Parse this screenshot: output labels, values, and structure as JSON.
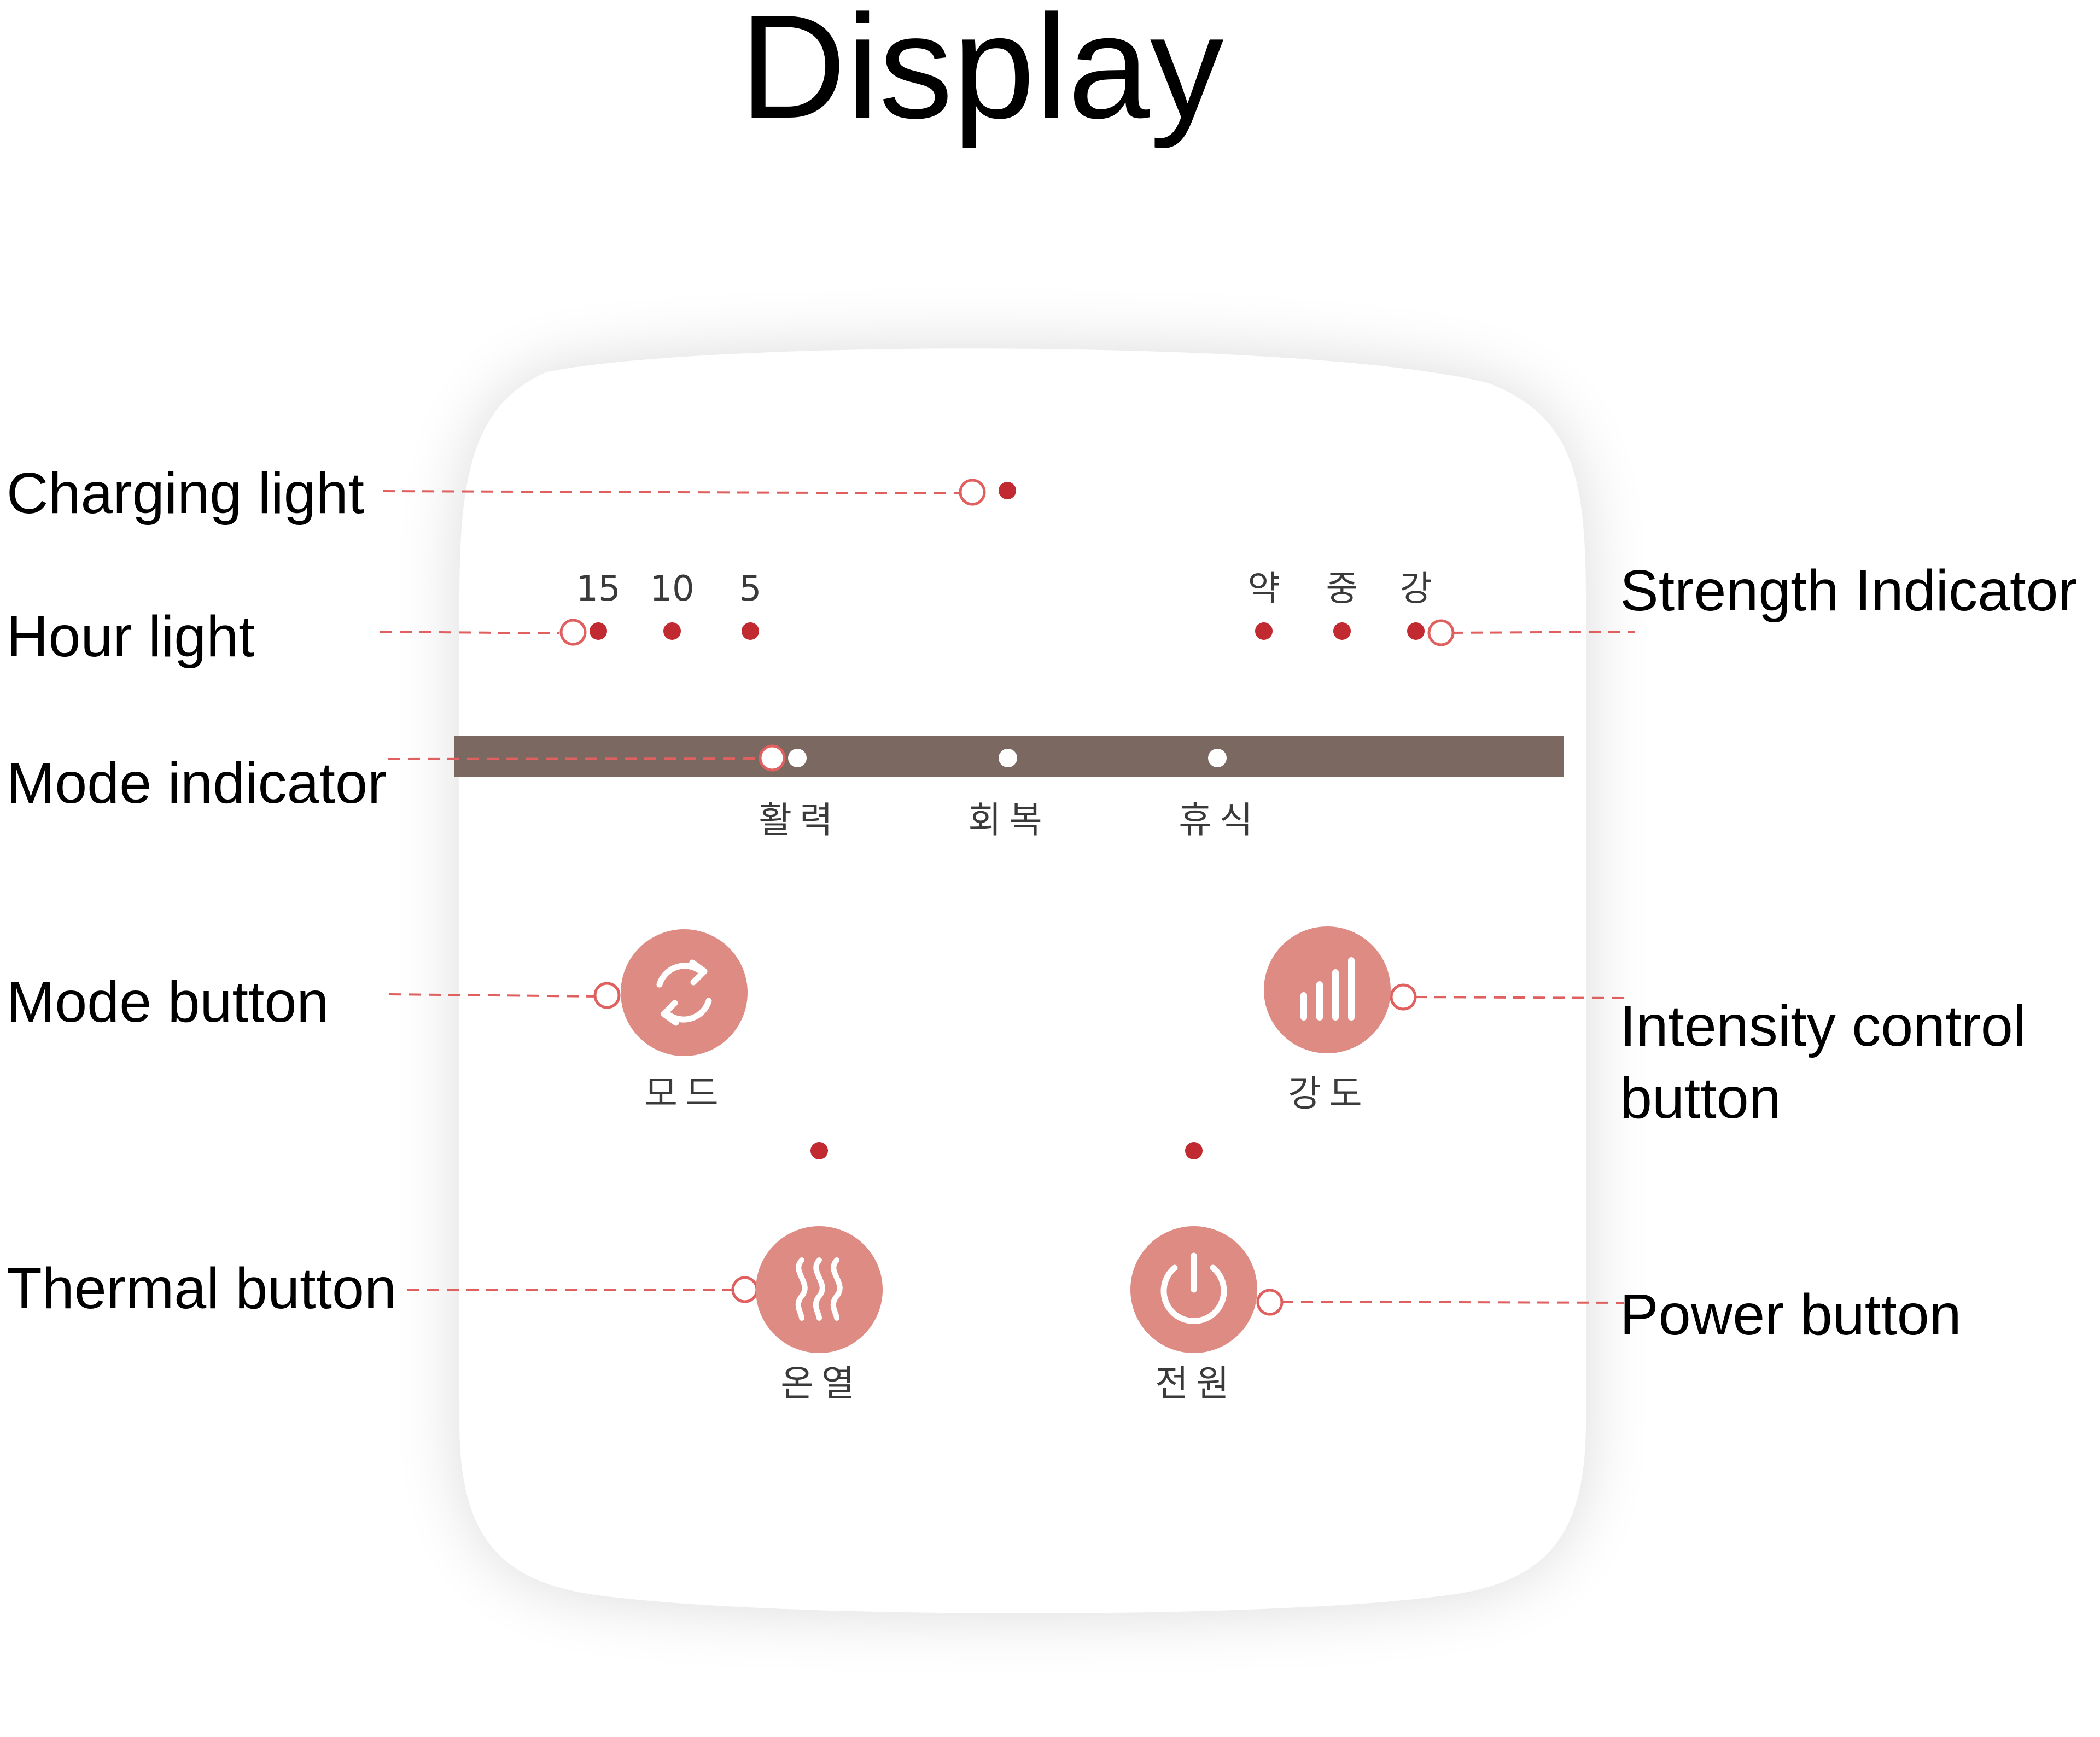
{
  "title": "Display",
  "colors": {
    "bar": "#7b6961",
    "button": "#de8b83",
    "led": "#c02a30",
    "leader": "#e06060"
  },
  "callouts": {
    "charging_light": "Charging light",
    "hour_light": "Hour light",
    "mode_indicator": "Mode indicator",
    "mode_button": "Mode button",
    "thermal_button": "Thermal button",
    "strength_indicator": "Strength Indicator",
    "intensity_line1": "Intensity control",
    "intensity_line2": "button",
    "power_button": "Power button"
  },
  "panel": {
    "hours": [
      "15",
      "10",
      "5"
    ],
    "strengths": [
      "약",
      "중",
      "강"
    ],
    "modes": [
      "활력",
      "회복",
      "휴식"
    ],
    "buttons": {
      "mode": {
        "label": "모드",
        "icon": "refresh-icon"
      },
      "intensity": {
        "label": "강도",
        "icon": "signal-bars-icon"
      },
      "thermal": {
        "label": "온열",
        "icon": "heat-waves-icon"
      },
      "power": {
        "label": "전원",
        "icon": "power-icon"
      }
    }
  }
}
